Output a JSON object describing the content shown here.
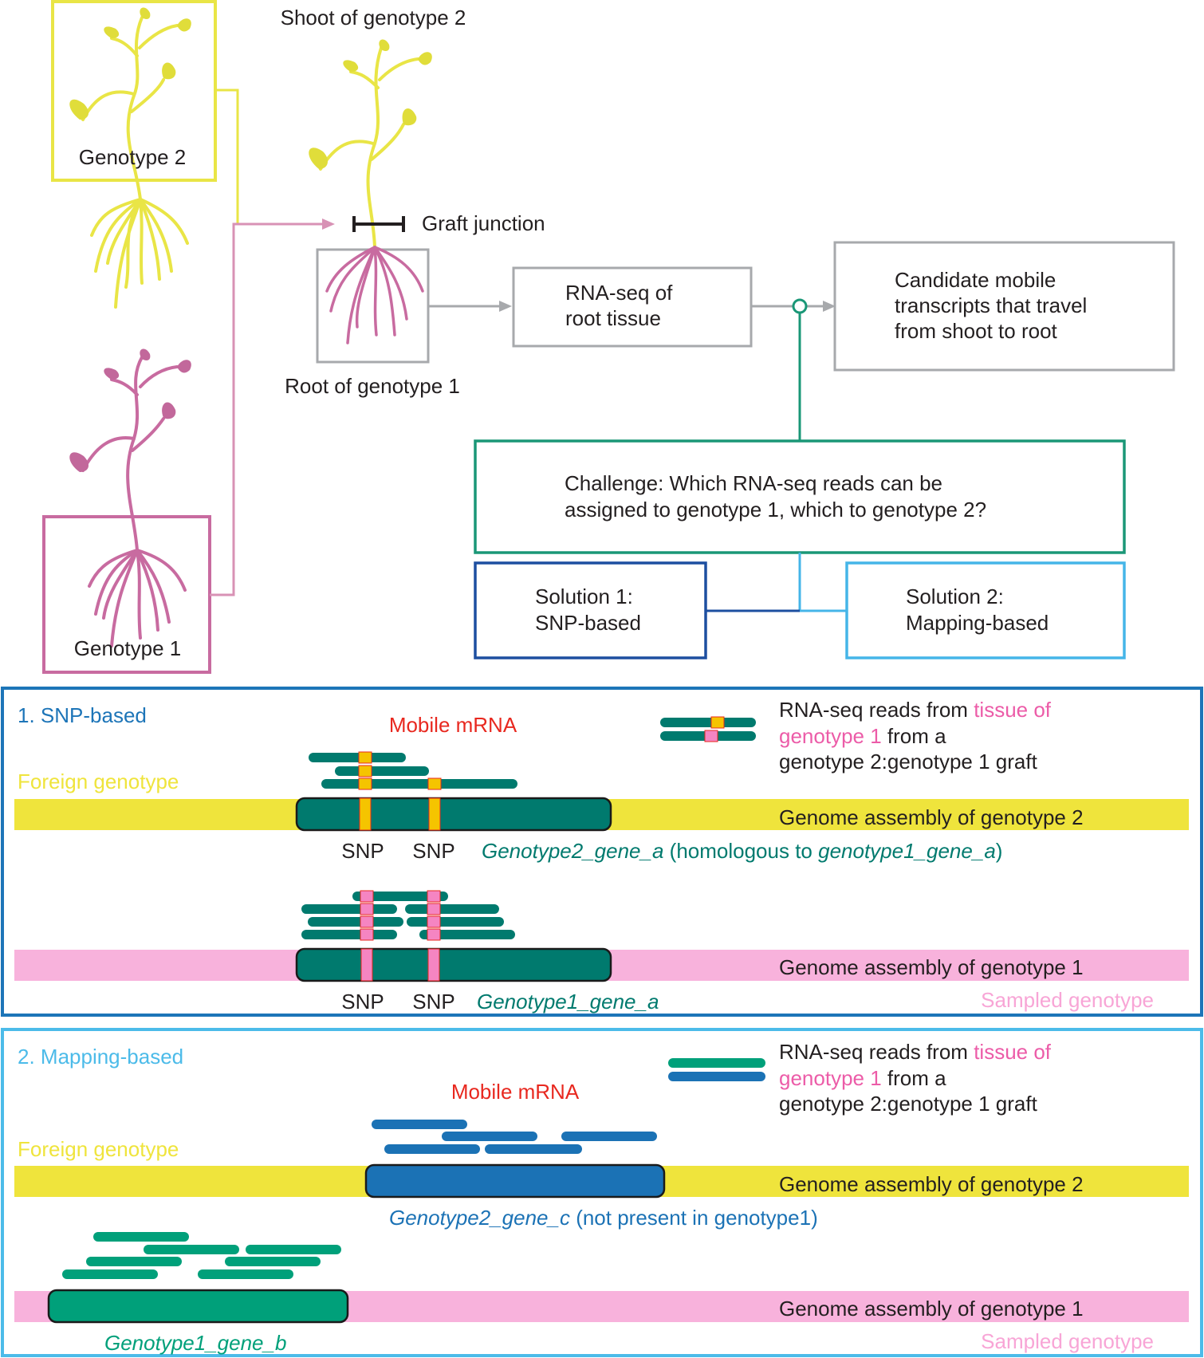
{
  "colors": {
    "genotype2": "#e9e546",
    "genotype1": "#c86ba0",
    "gray": "#a7a9ac",
    "green": "#1a9777",
    "dark_teal": "#007a6e",
    "bright_green": "#00a07a",
    "navy": "#1d4fa0",
    "light_blue": "#45b5e8",
    "panel1_border": "#1d75b8",
    "panel2_border": "#4cbbe9",
    "yellow_band": "#efe43c",
    "pink_band": "#f8b2dc",
    "pink_text": "#ec5ca8",
    "red": "#e8281f",
    "blue_read": "#1b72b5"
  },
  "top": {
    "shoot_label": "Shoot of genotype 2",
    "graft_junction": "Graft junction",
    "genotype2_box": "Genotype 2",
    "genotype1_box": "Genotype 1",
    "root_label": "Root of genotype 1",
    "rnaseq_box": [
      "RNA-seq of",
      "root tissue"
    ],
    "candidate_box": [
      "Candidate mobile",
      "transcripts that travel",
      "from shoot to root"
    ],
    "challenge_box": [
      "Challenge: Which RNA-seq reads can be",
      "assigned to genotype 1, which to genotype 2?"
    ],
    "solution1_box": [
      "Solution 1:",
      "SNP-based"
    ],
    "solution2_box": [
      "Solution 2:",
      "Mapping-based"
    ]
  },
  "panel1": {
    "title": "1. SNP-based",
    "mobile_mrna": "Mobile mRNA",
    "legend_prefix": "RNA-seq reads from ",
    "legend_highlight_1": "tissue of",
    "legend_highlight_2": "genotype 1",
    "legend_suffix": " from a",
    "legend_line3": "genotype 2:genotype 1 graft",
    "foreign": "Foreign genotype",
    "sampled": "Sampled genotype",
    "assembly2": "Genome assembly of genotype 2",
    "assembly1": "Genome assembly of genotype 1",
    "snp": "SNP",
    "gene2_italic": "Genotype2_gene_a",
    "gene2_mid": " (homologous to ",
    "gene2_italic2": "genotype1_gene_a",
    "gene2_end": ")",
    "gene1": "Genotype1_gene_a"
  },
  "panel2": {
    "title": "2. Mapping-based",
    "mobile_mrna": "Mobile mRNA",
    "legend_prefix": "RNA-seq reads from ",
    "legend_highlight_1": "tissue of",
    "legend_highlight_2": "genotype 1",
    "legend_suffix": " from a",
    "legend_line3": "genotype 2:genotype 1 graft",
    "foreign": "Foreign genotype",
    "sampled": "Sampled genotype",
    "assembly2": "Genome assembly of genotype 2",
    "assembly1": "Genome assembly of genotype 1",
    "gene2_italic": "Genotype2_gene_c",
    "gene2_rest": " (not present in genotype1)",
    "gene1": "Genotype1_gene_b"
  }
}
